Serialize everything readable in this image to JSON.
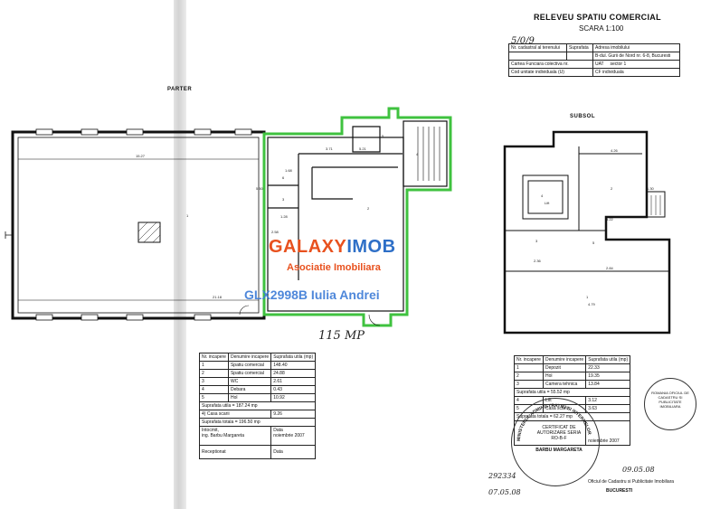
{
  "header": {
    "title": "RELEVEU SPATIU COMERCIAL",
    "scale": "SCARA 1:100",
    "handwritten_ref": "5/0/9",
    "cadastral_table": {
      "col1": "Nr. cadastral al terenului",
      "col2": "Suprafata",
      "col3": "Adresa imobilului",
      "address": "B-dul. Gurii de Nord nr. 6-8, Bucuresti",
      "row2_label": "Cartea Funciara colectiva nr.",
      "row2_uat": "UAT",
      "row2_sector": "sector 1",
      "row3_label": "Cod unitate individuala (U)",
      "row3_cf": "CF individuala"
    }
  },
  "plans": {
    "ground_label": "PARTER",
    "basement_label": "SUBSOL",
    "lift_label": "Lift",
    "area_note": "115 MP",
    "room_numbers": [
      "1",
      "2",
      "3",
      "4",
      "5",
      "6"
    ],
    "dims_ground": [
      "15.27",
      "21.18",
      "5.50",
      "3.71",
      "1.68",
      "1.28",
      "5.21",
      "2.58"
    ],
    "dims_basement": [
      "4.26",
      "3.22",
      "2.36",
      "2.84",
      "4.79",
      "1.30"
    ]
  },
  "ground_table": {
    "headers": [
      "Nr. incapere",
      "Denumire incapere",
      "Suprafata utila (mp)"
    ],
    "rows": [
      [
        "1",
        "Spatiu comercial",
        "148.40"
      ],
      [
        "2",
        "Spatiu comercial",
        "24.88"
      ],
      [
        "3",
        "WC",
        "2.61"
      ],
      [
        "4",
        "Debara",
        "0.43"
      ],
      [
        "5",
        "Hol",
        "10.92"
      ]
    ],
    "sum_util": "Suprafata utila = 187.24 mp",
    "stairs": "4) Casa scarii",
    "stairs_val": "9.26",
    "total": "Suprafata totala = 196.50 mp",
    "drafted_label": "Intocmit,",
    "drafted_name": "ing. Barbu Margareta",
    "date_label": "Data",
    "date_val": "noiembrie 2007",
    "received_label": "Receptionat",
    "received_date": "Data"
  },
  "basement_table": {
    "headers": [
      "Nr. incapere",
      "Denumire incapere",
      "Suprafata utila (mp)"
    ],
    "rows": [
      [
        "1",
        "Depozit",
        "22.33"
      ],
      [
        "2",
        "Hol",
        "19.35"
      ],
      [
        "3",
        "Camera tehnica",
        "13.84"
      ]
    ],
    "sum_util": "Suprafata utila = 55.52 mp",
    "extra_rows": [
      [
        "4",
        "Lift",
        "3.12"
      ],
      [
        "5",
        "Casa scarii",
        "3.63"
      ]
    ],
    "total": "Suprafata totala = 62.27 mp",
    "date_val": "noiembrie 2007"
  },
  "stamp_text": {
    "left_stamp": "CERTIFICAT DE AUTORIZARE SERIA RO-B-F",
    "left_name": "BARBU MARGARETA",
    "left_ring": "MINISTERUL ADMINISTRATIEI SI INTERNELOR",
    "right_stamp": "ROMANIA OFICIUL DE CADASTRU SI PUBLICITATE IMOBILIARA",
    "handwritten_nums": [
      "292334",
      "09.05.08",
      "07.05.08"
    ],
    "bottom_text": "Oficiul de Cadastru si Publicitate Imobiliara",
    "bottom_city": "BUCURESTI"
  },
  "watermark": {
    "brand_orange": "GALAXY",
    "brand_blue": "IMOB",
    "subtitle": "Asociatie Imobiliara",
    "agent": "GLX2998B Iulia Andrei"
  },
  "colors": {
    "highlight_green": "#3fc23f",
    "brand_orange": "#e8511e",
    "brand_blue": "#2e6fc7"
  }
}
